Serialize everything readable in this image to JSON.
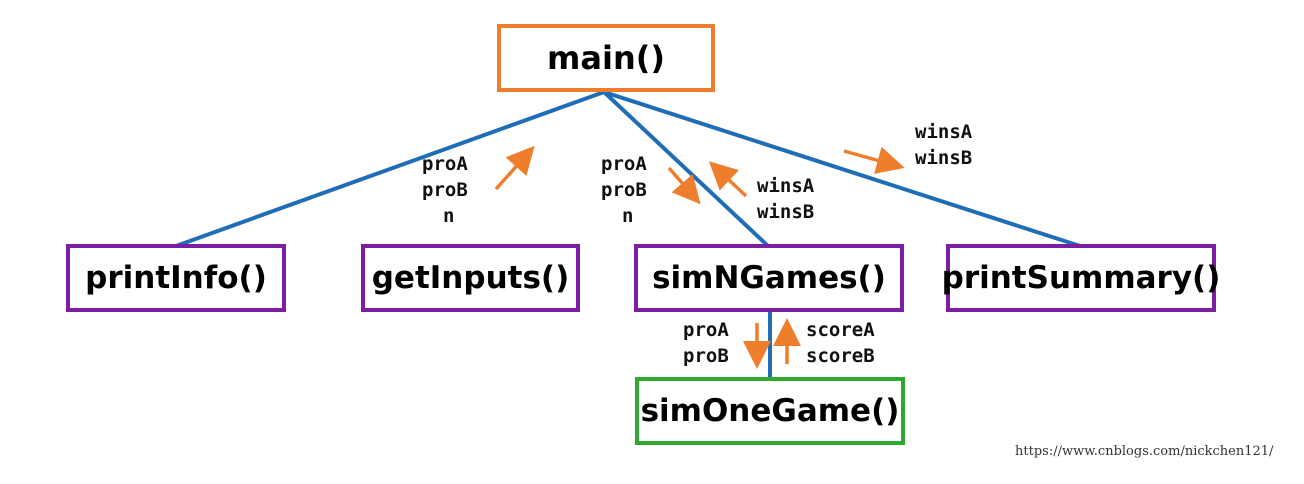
{
  "nodes": {
    "main": {
      "label": "main()",
      "color": "#ee7d2c"
    },
    "print_info": {
      "label": "printInfo()",
      "color": "#7b1fa2"
    },
    "get_inputs": {
      "label": "getInputs()",
      "color": "#7b1fa2"
    },
    "sim_n_games": {
      "label": "simNGames()",
      "color": "#7b1fa2"
    },
    "print_summary": {
      "label": "printSummary()",
      "color": "#7b1fa2"
    },
    "sim_one_game": {
      "label": "simOneGame()",
      "color": "#2ea82e"
    }
  },
  "edge_colors": {
    "line": "#1f6db5",
    "arrow": "#ee7d2c"
  },
  "labels": {
    "get_inputs_returns": {
      "line1": "proA",
      "line2": "proB",
      "line3": "n"
    },
    "sim_n_games_params": {
      "line1": "proA",
      "line2": "proB",
      "line3": "n"
    },
    "sim_n_games_returns": {
      "line1": "winsA",
      "line2": "winsB"
    },
    "print_summary_params": {
      "line1": "winsA",
      "line2": "winsB"
    },
    "sim_one_game_params": {
      "line1": "proA",
      "line2": "proB"
    },
    "sim_one_game_returns": {
      "line1": "scoreA",
      "line2": "scoreB"
    }
  },
  "watermark": "https://www.cnblogs.com/nickchen121/"
}
